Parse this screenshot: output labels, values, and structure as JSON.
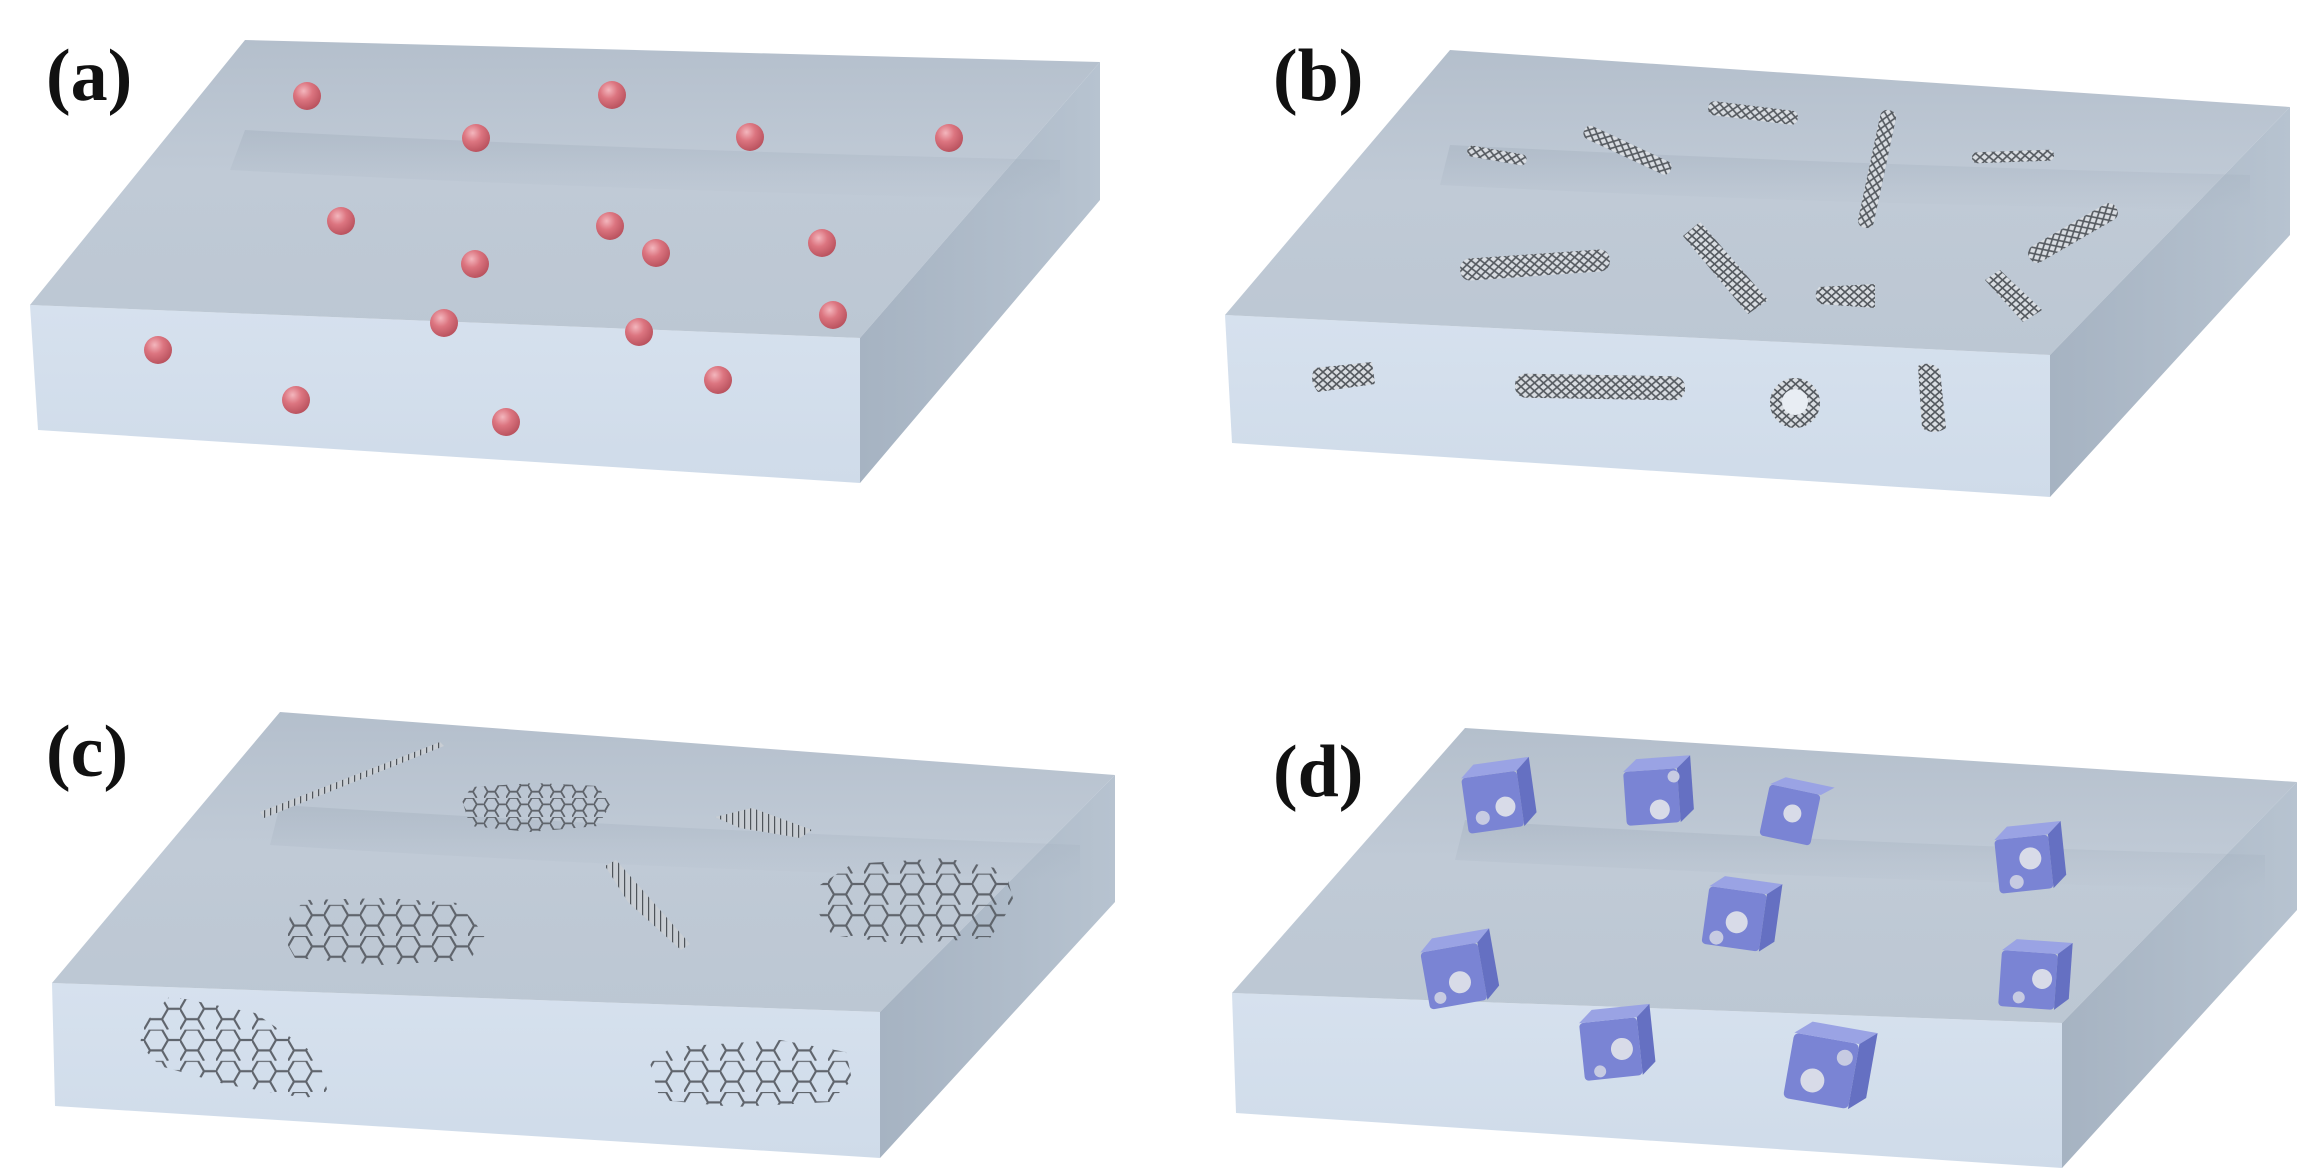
{
  "panels": [
    {
      "label": "(a)",
      "filler": "nanoparticles"
    },
    {
      "label": "(b)",
      "filler": "nanotubes"
    },
    {
      "label": "(c)",
      "filler": "nanosheets"
    },
    {
      "label": "(d)",
      "filler": "nanocubes"
    }
  ],
  "colors": {
    "slab_top": "#bcc6d2",
    "slab_front": "#d3dfec",
    "slab_side": "#a9b6c4",
    "sphere": "#d9717c",
    "tube_mesh": "#60646a",
    "sheet_mesh": "#585c62",
    "cube": "#7c86d6",
    "cube_dot": "#d8dbe8"
  }
}
